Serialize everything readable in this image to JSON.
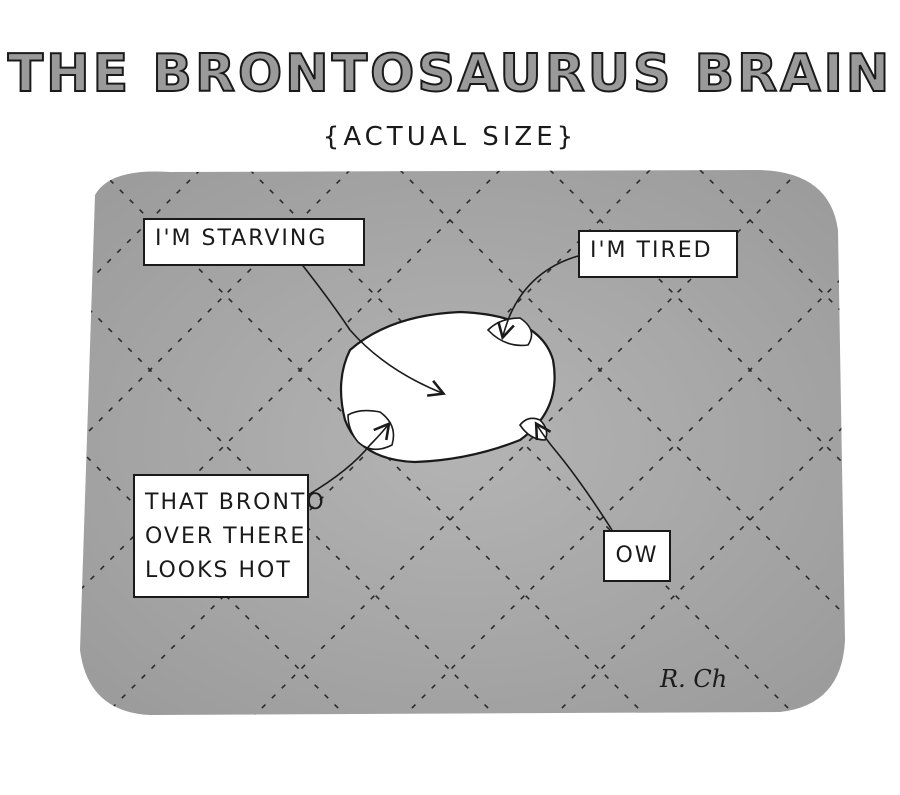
{
  "title": "THE BRONTOSAURUS BRAIN",
  "subtitle": "{ACTUAL SIZE}",
  "labels": {
    "starving": "I'M STARVING",
    "tired": "I'M TIRED",
    "bronto_line1": "THAT BRONTO",
    "bronto_line2": "OVER THERE",
    "bronto_line3": "LOOKS HOT",
    "ow": "OW"
  },
  "signature": "R. Ch",
  "colors": {
    "background": "#ffffff",
    "skin": "#a9a9a9",
    "ink": "#1a1a1a",
    "title_fill": "#9a9a9a"
  }
}
